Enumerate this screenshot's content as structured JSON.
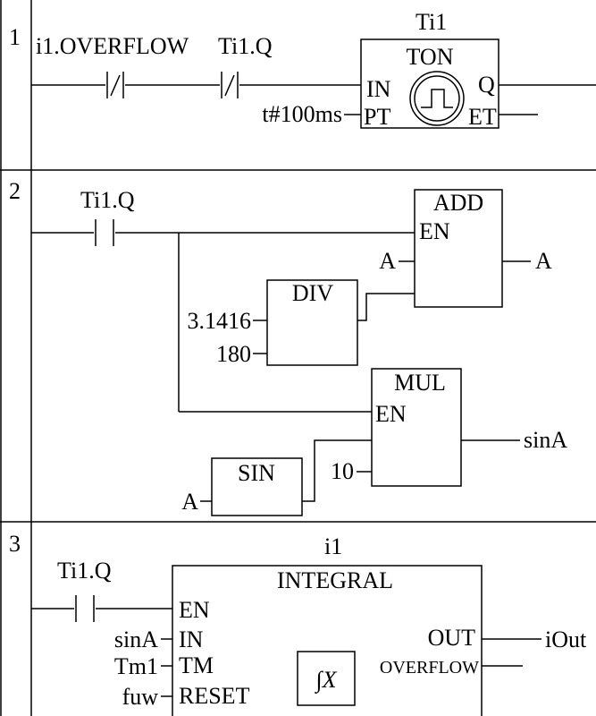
{
  "rungs": [
    {
      "number": "1",
      "contacts": [
        {
          "label": "i1.OVERFLOW",
          "type": "normally-closed"
        },
        {
          "label": "Ti1.Q",
          "type": "normally-closed"
        }
      ],
      "block": {
        "instance": "Ti1",
        "type": "TON",
        "icon": "timer-clock-icon",
        "inputs": [
          "IN",
          "PT"
        ],
        "outputs": [
          "Q",
          "ET"
        ],
        "pt_value": "t#100ms"
      }
    },
    {
      "number": "2",
      "contact": {
        "label": "Ti1.Q",
        "type": "normally-open"
      },
      "add": {
        "title": "ADD",
        "en": "EN",
        "input": "A",
        "output": "A"
      },
      "div": {
        "title": "DIV",
        "in1": "3.1416",
        "in2": "180"
      },
      "mul": {
        "title": "MUL",
        "en": "EN",
        "in2": "10",
        "output": "sinA"
      },
      "sin": {
        "title": "SIN",
        "input": "A"
      }
    },
    {
      "number": "3",
      "contact": {
        "label": "Ti1.Q",
        "type": "normally-open"
      },
      "block": {
        "instance": "i1",
        "type": "INTEGRAL",
        "icon": "integral-icon",
        "icon_text": "∫X",
        "pins_in": [
          "EN",
          "IN",
          "TM",
          "RESET"
        ],
        "pins_out": [
          "OUT",
          "OVERFLOW"
        ],
        "in_vars": {
          "IN": "sinA",
          "TM": "Tm1",
          "RESET": "fuw"
        },
        "out_var": "iOut"
      }
    }
  ]
}
